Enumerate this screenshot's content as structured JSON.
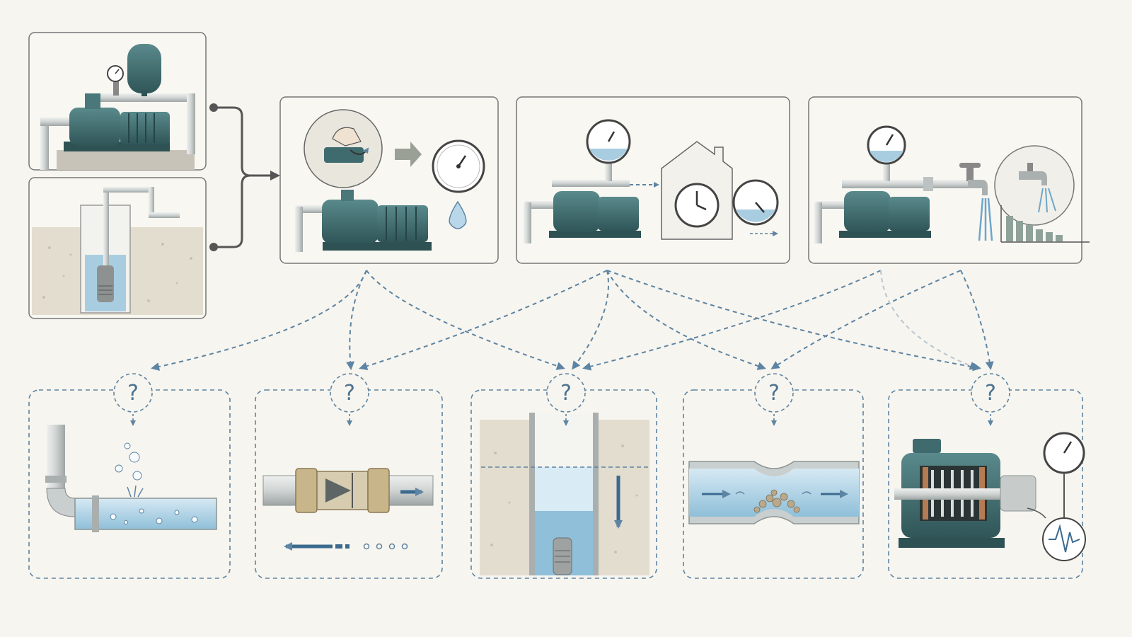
{
  "question_mark": "?",
  "colors": {
    "background": "#f7f5ef",
    "frame": "#777777",
    "dashed": "#5d84a3",
    "arrow_solid": "#555555",
    "pump_body": "#3f6b6e",
    "pump_dark": "#2e5154",
    "pipe": "#cfd3d2",
    "water": "#a9cde0",
    "water_dark": "#7fb2cf",
    "soil": "#e3ddcf",
    "brass": "#c9b58a"
  },
  "icons": {
    "source_top": "surface-pump-with-pressure-tank",
    "source_bottom": "submersible-well-pump",
    "symptom_1": "pump-priming-hand-with-pressure-gauge-and-drop",
    "symptom_2": "pump-pressure-gauge-house-low-pressure",
    "symptom_3": "pump-faucet-weak-flow-declining-chart",
    "cause_1": "air-leak-in-suction-pipe",
    "cause_2": "faulty-check-valve-backflow",
    "cause_3": "low-water-level-in-well",
    "cause_4": "clogged-pipe-sediment",
    "cause_5": "worn-pump-impeller-vibration"
  }
}
